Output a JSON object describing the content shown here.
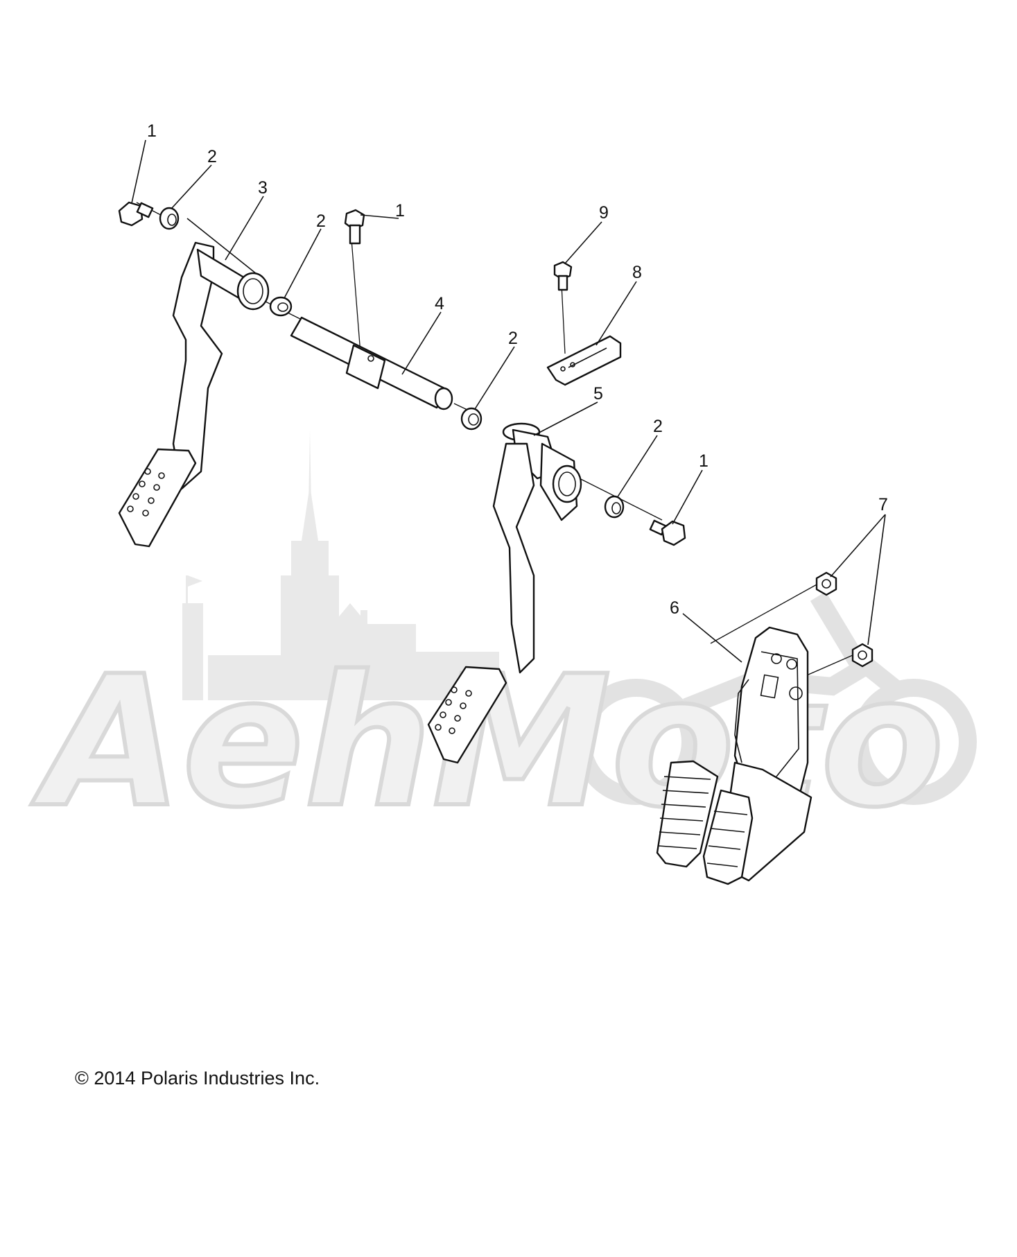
{
  "callouts": [
    {
      "id": "c1a",
      "label": "1"
    },
    {
      "id": "c2a",
      "label": "2"
    },
    {
      "id": "c3",
      "label": "3"
    },
    {
      "id": "c2b",
      "label": "2"
    },
    {
      "id": "c1b",
      "label": "1"
    },
    {
      "id": "c4",
      "label": "4"
    },
    {
      "id": "c9",
      "label": "9"
    },
    {
      "id": "c8",
      "label": "8"
    },
    {
      "id": "c2c",
      "label": "2"
    },
    {
      "id": "c5",
      "label": "5"
    },
    {
      "id": "c2d",
      "label": "2"
    },
    {
      "id": "c1c",
      "label": "1"
    },
    {
      "id": "c7",
      "label": "7"
    },
    {
      "id": "c6",
      "label": "6"
    }
  ],
  "watermark": {
    "text": "AehMoto"
  },
  "copyright": "© 2014 Polaris Industries Inc."
}
